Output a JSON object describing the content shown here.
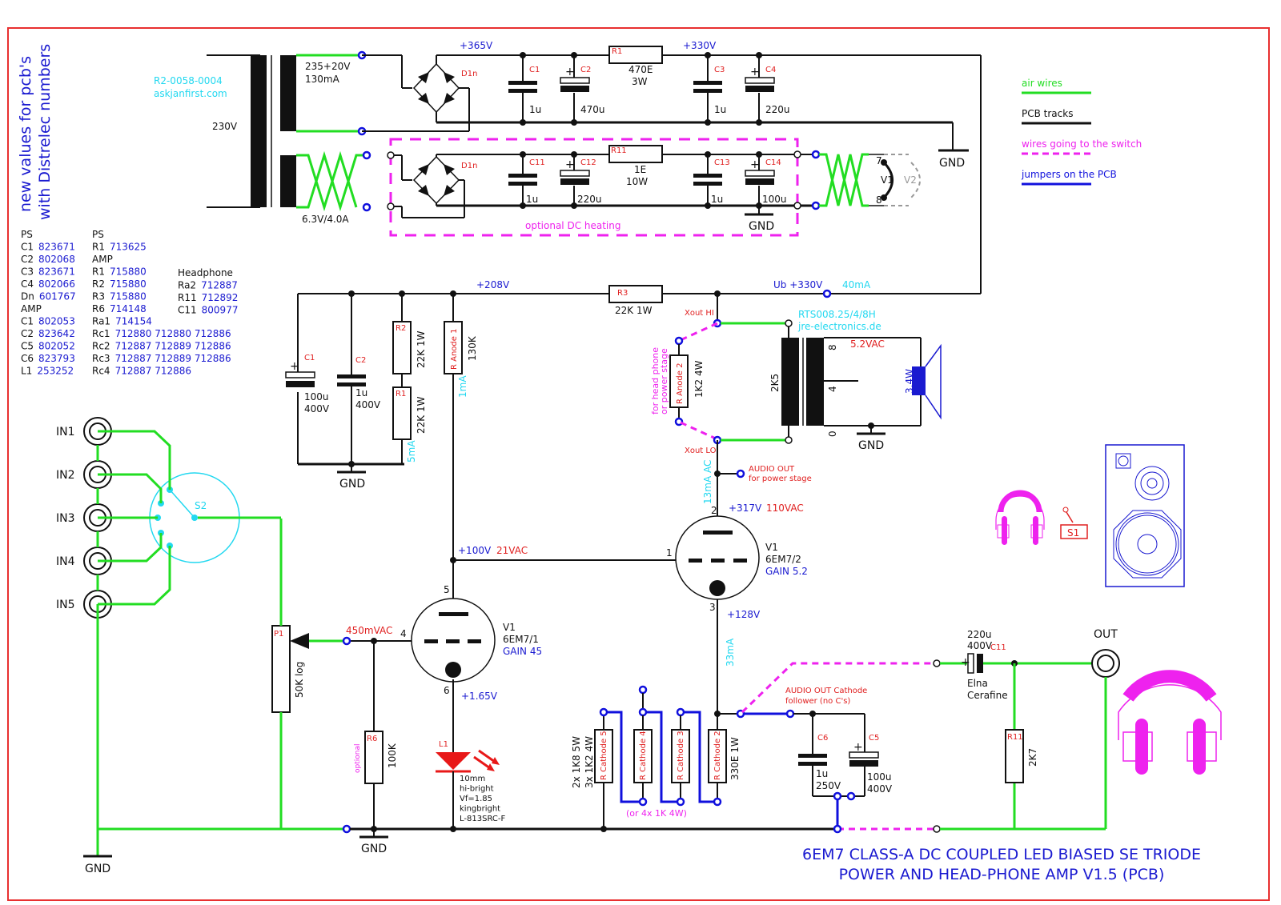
{
  "title": {
    "line1": "6EM7 CLASS-A DC COUPLED LED BIASED SE TRIODE",
    "line2": "POWER AND HEAD-PHONE AMP V1.5 (PCB)"
  },
  "side_note": {
    "line1": "new values for pcb's",
    "line2": "with Distrelec numbers"
  },
  "parts_list": {
    "col1": [
      {
        "ref": "PS",
        "num": ""
      },
      {
        "ref": "C1",
        "num": "823671"
      },
      {
        "ref": "C2",
        "num": "802068"
      },
      {
        "ref": "C3",
        "num": "823671"
      },
      {
        "ref": "C4",
        "num": "802066"
      },
      {
        "ref": "Dn",
        "num": "601767"
      },
      {
        "ref": "AMP",
        "num": ""
      },
      {
        "ref": "C1",
        "num": "802053"
      },
      {
        "ref": "C2",
        "num": "823642"
      },
      {
        "ref": "C5",
        "num": "802052"
      },
      {
        "ref": "C6",
        "num": "823793"
      },
      {
        "ref": "L1",
        "num": "253252"
      }
    ],
    "col2": [
      {
        "ref": "PS",
        "num": ""
      },
      {
        "ref": "R1",
        "num": "713625"
      },
      {
        "ref": "AMP",
        "num": ""
      },
      {
        "ref": "R1",
        "num": "715880"
      },
      {
        "ref": "R2",
        "num": "715880"
      },
      {
        "ref": "R3",
        "num": "715880"
      },
      {
        "ref": "R6",
        "num": "714148"
      },
      {
        "ref": "Ra1",
        "num": "714154"
      },
      {
        "ref": "Rc1",
        "num": "712880 712880 712886"
      },
      {
        "ref": "Rc2",
        "num": "712887 712889 712886"
      },
      {
        "ref": "Rc3",
        "num": "712887 712889 712886"
      },
      {
        "ref": "Rc4",
        "num": "712887                712886"
      }
    ],
    "col3": [
      {
        "ref": "Headphone",
        "num": ""
      },
      {
        "ref": "Ra2",
        "num": "712887"
      },
      {
        "ref": "R11",
        "num": "712892"
      },
      {
        "ref": "C11",
        "num": "800977"
      }
    ]
  },
  "legend": [
    {
      "label": "air wires",
      "color": "#22dd22",
      "style": "solid"
    },
    {
      "label": "PCB tracks",
      "color": "#111111",
      "style": "solid"
    },
    {
      "label": "wires going to the switch",
      "color": "#ee22ee",
      "style": "dashed"
    },
    {
      "label": "jumpers on the PCB",
      "color": "#1010dd",
      "style": "solid"
    }
  ],
  "power_supply": {
    "mains": "230V",
    "transformer_part": "R2-0058-0004",
    "transformer_site": "askjanfirst.com",
    "ht_winding": "235+20V",
    "ht_current": "130mA",
    "heater_winding": "6.3V/4.0A",
    "v_rect": "+365V",
    "v_filtered": "+330V",
    "bridge": "D1n",
    "C1": {
      "ref": "C1",
      "value": "1u"
    },
    "C2": {
      "ref": "C2",
      "value": "470u"
    },
    "R1": {
      "ref": "R1",
      "value": "470E",
      "power": "3W"
    },
    "C3": {
      "ref": "C3",
      "value": "1u"
    },
    "C4": {
      "ref": "C4",
      "value": "220u"
    },
    "C11": {
      "ref": "C11",
      "value": "1u"
    },
    "C12": {
      "ref": "C12",
      "value": "220u"
    },
    "R11": {
      "ref": "R11",
      "value": "1E",
      "power": "10W"
    },
    "C13": {
      "ref": "C13",
      "value": "1u"
    },
    "C14": {
      "ref": "C14",
      "value": "100u"
    },
    "dc_heating_label": "optional DC heating",
    "gnd": "GND",
    "heater_pins": {
      "v1": "V1",
      "v2": "V2",
      "p7": "7",
      "p8": "8"
    }
  },
  "amp": {
    "v208": "+208V",
    "R3": {
      "ref": "R3",
      "value": "22K 1W"
    },
    "ub": "Ub +330V",
    "ub_current": "40mA",
    "C1": {
      "ref": "C1",
      "value": "100u",
      "voltage": "400V"
    },
    "C2": {
      "ref": "C2",
      "value": "1u",
      "voltage": "400V"
    },
    "R2": {
      "ref": "R2",
      "value": "22K 1W"
    },
    "R1": {
      "ref": "R1",
      "value": "22K 1W"
    },
    "r_current": "5mA",
    "ra1": {
      "ref": "R Anode 1",
      "value": "130K"
    },
    "ra1_current": "1mA",
    "xout_hi": "Xout HI",
    "xout_lo": "Xout LO",
    "ra2": {
      "ref": "R Anode 2",
      "value": "1K2 4W"
    },
    "ra2_note1": "for head phone",
    "ra2_note2": "or power stage",
    "ot_part": "RTS008.25/4/8H",
    "ot_site": "jre-electronics.de",
    "ot_primary": "2K5",
    "ot_taps": {
      "t8": "8",
      "t4": "4",
      "t0": "0"
    },
    "ot_voltage": "5.2VAC",
    "speaker_power": "3.4W",
    "audio_out_1": "AUDIO OUT",
    "audio_out_2": "for power stage",
    "v1b_current": "13mA AC",
    "v1b_anode": "+317V",
    "v1b_anode_ac": "110VAC",
    "v1b": {
      "name": "V1",
      "type": "6EM7/2",
      "gain": "GAIN 5.2",
      "pin_a": "2",
      "pin_g": "1",
      "pin_k": "3"
    },
    "v1b_cathode": "+128V",
    "v1a_anode": "+100V",
    "v1a_anode_ac": "21VAC",
    "v1a": {
      "name": "V1",
      "type": "6EM7/1",
      "gain": "GAIN 45",
      "pin_a": "5",
      "pin_g": "4",
      "pin_k": "6"
    },
    "grid_signal": "450mVAC",
    "v1a_cathode": "+1.65V",
    "P1": {
      "ref": "P1",
      "value": "50K log"
    },
    "R6": {
      "ref": "R6",
      "value": "100K",
      "note": "optional"
    },
    "L1": {
      "ref": "L1",
      "lines": [
        "10mm",
        "hi-bright",
        "Vf=1.85",
        "kingbright",
        "L-813SRC-F"
      ]
    },
    "cathode_current": "33mA",
    "rc_note1": "2x 1K8 5W",
    "rc_note2": "3x 1K2 4W",
    "rc_alt": "(or 4x 1K 4W)",
    "rc5": "R Cathode 5",
    "rc4": "R Cathode 4",
    "rc3": "R Cathode 3",
    "rc2": {
      "ref": "R Cathode 2",
      "value": "330E 1W"
    },
    "cf_out_1": "AUDIO OUT Cathode",
    "cf_out_2": "follower (no C's)",
    "C6": {
      "ref": "C6",
      "value": "1u",
      "voltage": "250V"
    },
    "C5": {
      "ref": "C5",
      "value": "100u",
      "voltage": "400V"
    },
    "C11": {
      "ref": "C11",
      "value": "220u",
      "voltage": "400V",
      "brand1": "Elna",
      "brand2": "Cerafine"
    },
    "R11": {
      "ref": "R11",
      "value": "2K7"
    },
    "out": "OUT",
    "inputs": [
      "IN1",
      "IN2",
      "IN3",
      "IN4",
      "IN5"
    ],
    "S2": "S2",
    "S1": "S1",
    "gnd": "GND"
  }
}
